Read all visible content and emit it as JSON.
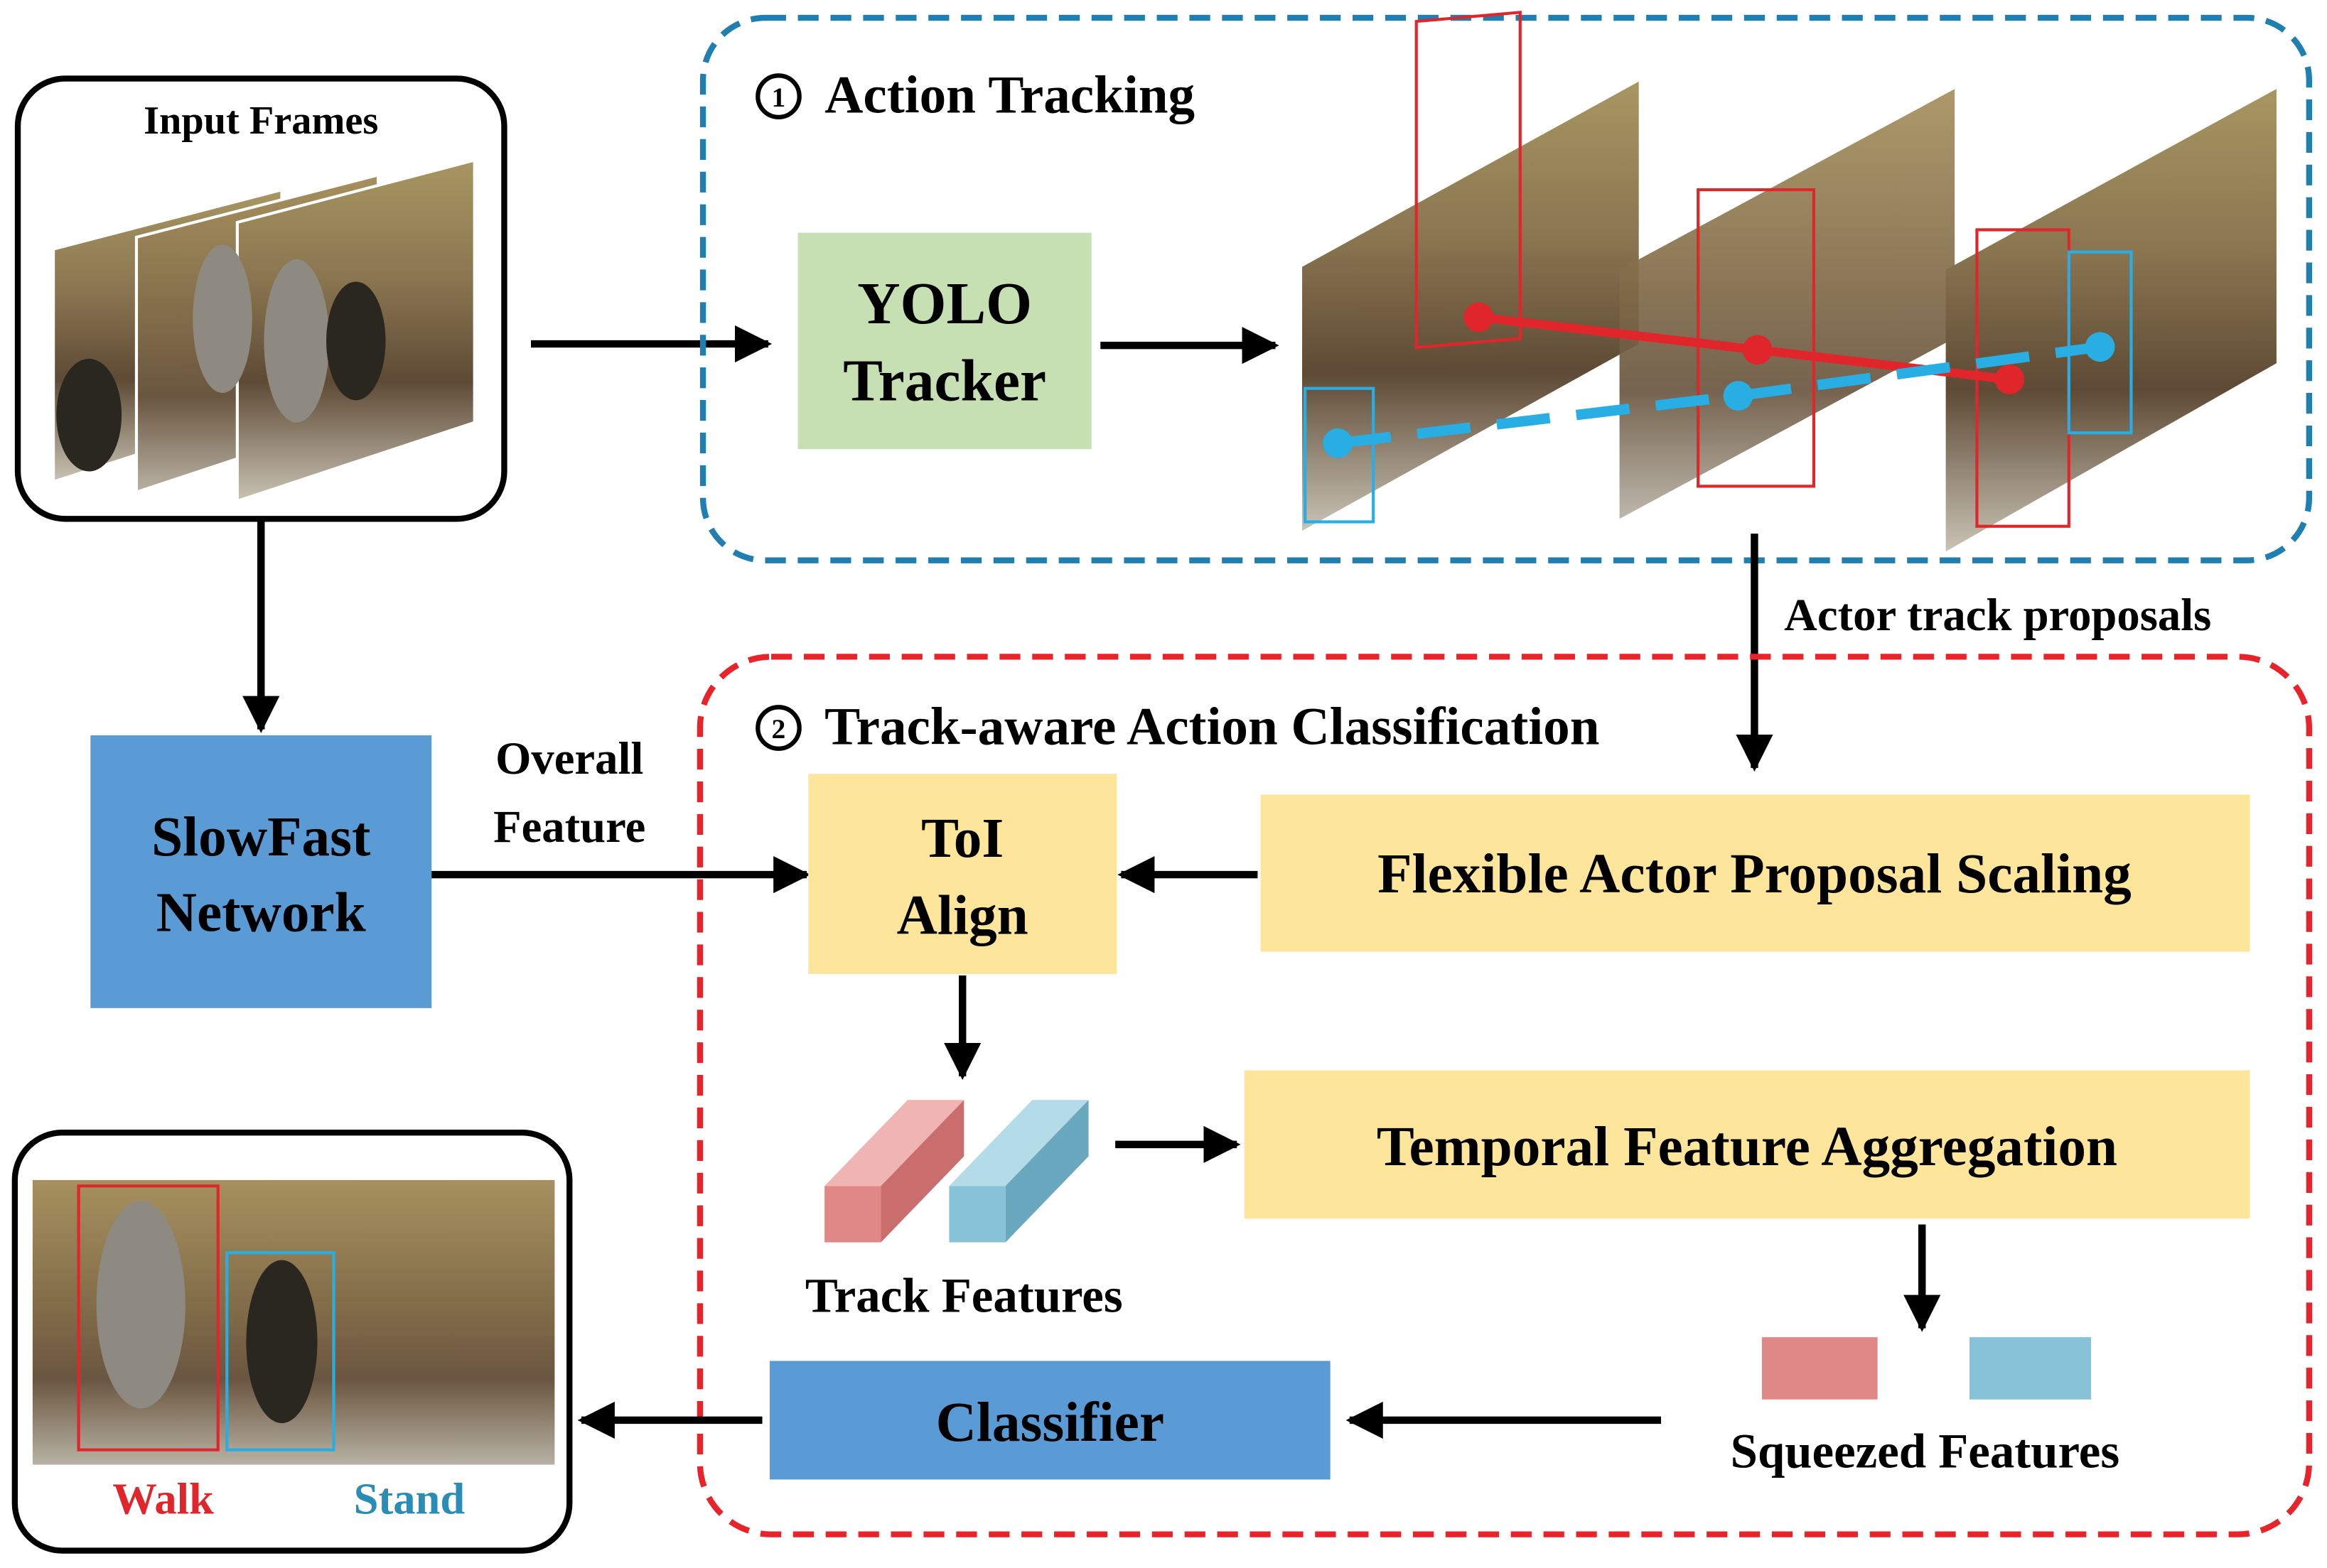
{
  "input_frames": {
    "title": "Input Frames"
  },
  "tracking": {
    "circle_num": "1",
    "title": "Action Tracking",
    "yolo_line1": "YOLO",
    "yolo_line2": "Tracker"
  },
  "actor_track_proposals": "Actor track proposals",
  "classification": {
    "circle_num": "2",
    "title": "Track-aware Action Classification",
    "toi_line1": "ToI",
    "toi_line2": "Align",
    "flexible_scaling": "Flexible Actor Proposal Scaling",
    "temporal_aggregation": "Temporal Feature Aggregation",
    "track_features": "Track Features",
    "squeezed_features": "Squeezed Features",
    "classifier": "Classifier"
  },
  "slowfast": {
    "line1": "SlowFast",
    "line2": "Network"
  },
  "overall_feature": {
    "line1": "Overall",
    "line2": "Feature"
  },
  "output": {
    "label_walk": "Walk",
    "label_stand": "Stand"
  },
  "colors": {
    "tracking_border": "#1e7fb0",
    "classification_border": "#e8232a",
    "yolo_fill": "#c6e0b4",
    "yellow_fill": "#fde59b",
    "blue_fill": "#5b9bd5",
    "red_track": "#e0262b",
    "blue_track": "#29aee3",
    "feature_red": "#e08887",
    "feature_blue": "#86c2d8"
  }
}
